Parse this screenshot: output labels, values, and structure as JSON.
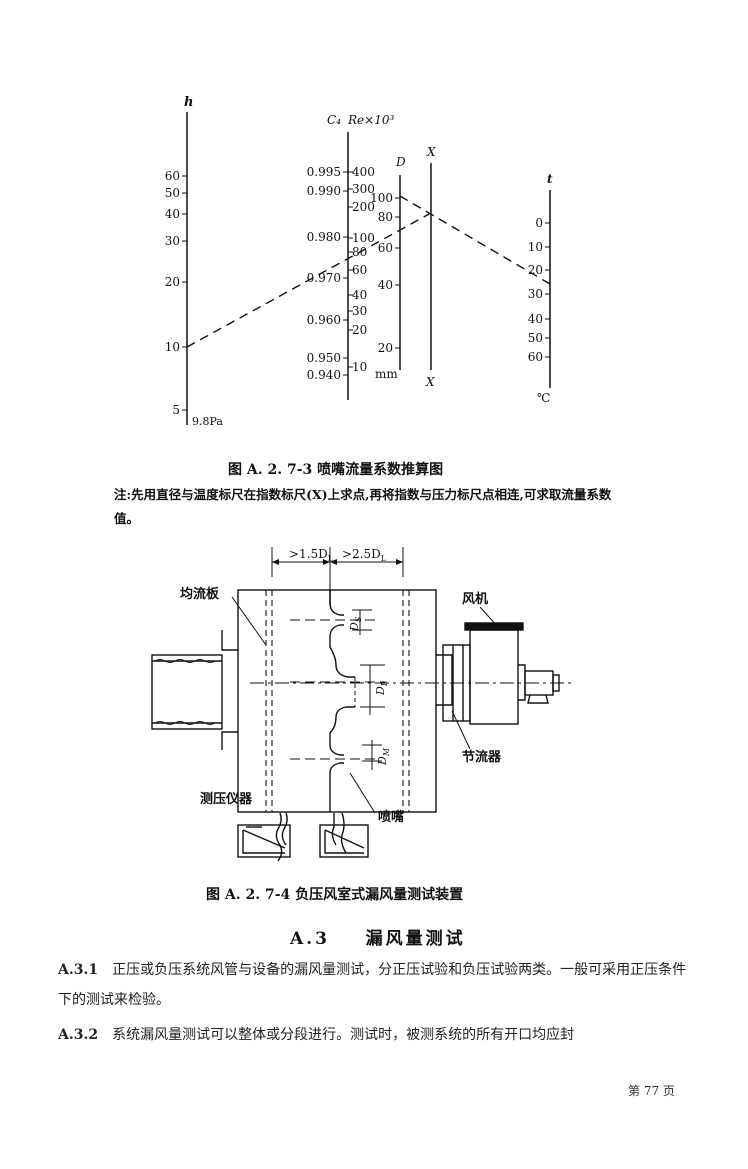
{
  "nomogram": {
    "h": {
      "title": "h",
      "ticks": [
        "60",
        "50",
        "40",
        "30",
        "20",
        "10",
        "5"
      ],
      "unit": "9.8Pa"
    },
    "c": {
      "title": "C₄",
      "ticks": [
        "0.995",
        "0.990",
        "0.980",
        "0.970",
        "0.960",
        "0.950",
        "0.940"
      ]
    },
    "re": {
      "title": "Re×10³",
      "ticks": [
        "400",
        "300",
        "200",
        "100",
        "80",
        "60",
        "40",
        "30",
        "20",
        "10"
      ]
    },
    "d": {
      "title": "D",
      "ticks": [
        "100",
        "80",
        "60",
        "40",
        "20"
      ],
      "unit": "mm"
    },
    "x": {
      "title_top": "X",
      "title_bottom": "X"
    },
    "t": {
      "title": "t",
      "ticks": [
        "0",
        "10",
        "20",
        "30",
        "40",
        "50",
        "60"
      ],
      "unit": "℃"
    }
  },
  "figure1_caption": "图 A. 2. 7-3    喷嘴流量系数推算图",
  "figure1_note": "注:先用直径与温度标尺在指数标尺(X)上求点,再将指数与压力标尺点相连,可求取流量系数值。",
  "apparatus": {
    "dim_left": ">1.5D",
    "dim_right": ">2.5D",
    "dim_sub": "L",
    "label_baffle": "均流板",
    "label_fan": "风机",
    "label_throttle": "节流器",
    "label_manometer": "测压仪器",
    "label_nozzle": "喷嘴",
    "ds": "D",
    "ds_sub": "S",
    "dl": "D",
    "dl_sub": "L",
    "dm": "D",
    "dm_sub": "M"
  },
  "figure2_caption": "图 A. 2. 7-4    负压风室式漏风量测试装置",
  "section_heading": "A.3    漏风量测试",
  "paragraphs": [
    {
      "num": "A.3.1",
      "text": "正压或负压系统风管与设备的漏风量测试，分正压试验和负压试验两类。一般可采用正压条件下的测试来检验。"
    },
    {
      "num": "A.3.2",
      "text": "系统漏风量测试可以整体或分段进行。测试时，被测系统的所有开口均应封"
    }
  ],
  "page_number": "第 77 页"
}
